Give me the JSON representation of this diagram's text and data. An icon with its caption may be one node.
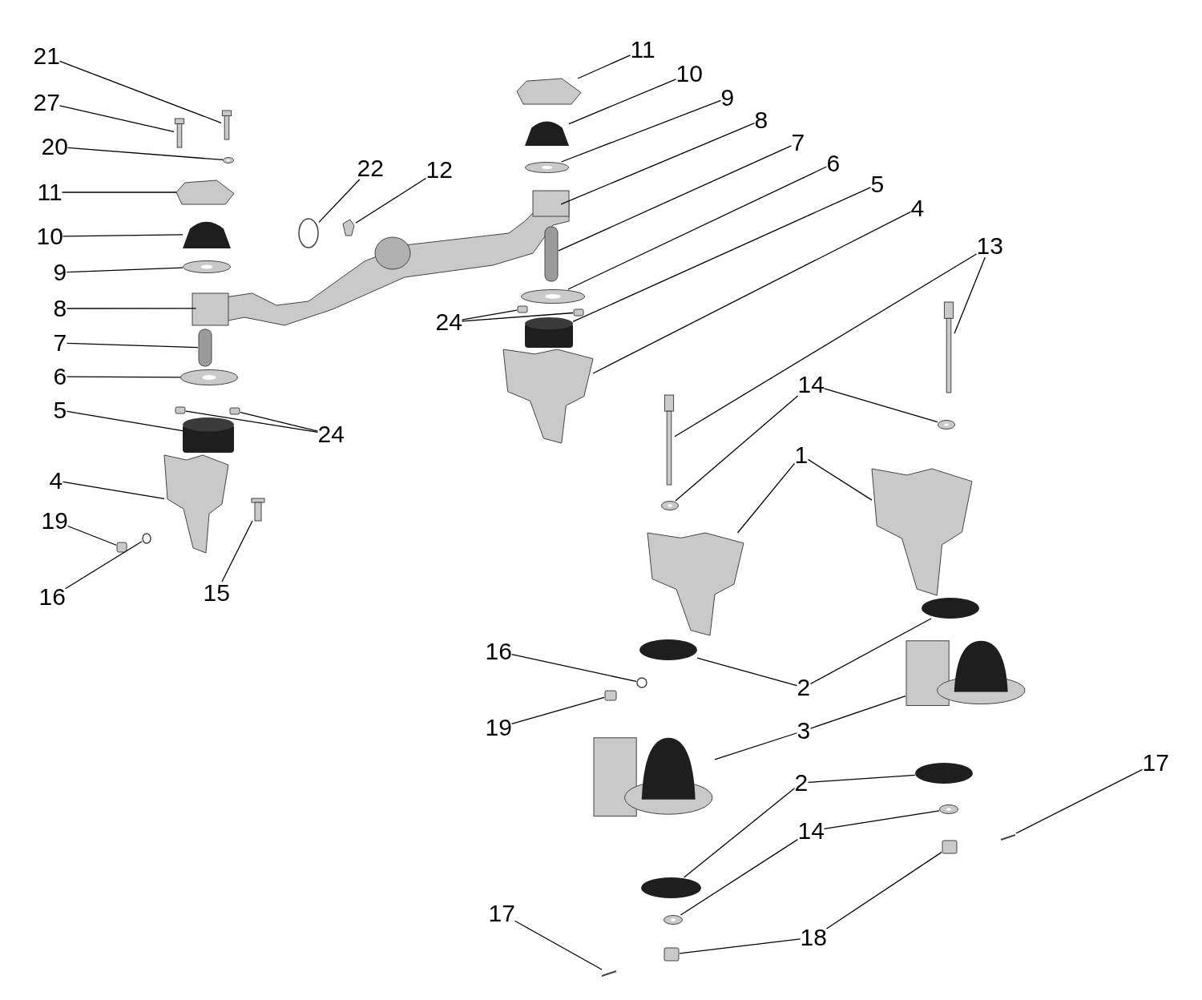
{
  "diagram": {
    "nodes": [
      {
        "text": [
          "21"
        ]
      },
      {
        "text": [
          "27"
        ]
      },
      {
        "text": [
          "20"
        ]
      },
      {
        "text": [
          "11"
        ]
      },
      {
        "text": [
          "10"
        ]
      },
      {
        "text": [
          "9"
        ]
      },
      {
        "text": [
          "8"
        ]
      },
      {
        "text": [
          "7"
        ]
      },
      {
        "text": [
          "6"
        ]
      },
      {
        "text": [
          "5"
        ]
      },
      {
        "text": [
          "24"
        ]
      },
      {
        "text": [
          "4"
        ]
      },
      {
        "text": [
          "19"
        ]
      },
      {
        "text": [
          "16"
        ]
      },
      {
        "text": [
          "15"
        ]
      },
      {
        "text": [
          "22"
        ]
      },
      {
        "text": [
          "12"
        ]
      },
      {
        "text": [
          "11"
        ]
      },
      {
        "text": [
          "10"
        ]
      },
      {
        "text": [
          "9"
        ]
      },
      {
        "text": [
          "8"
        ]
      },
      {
        "text": [
          "7"
        ]
      },
      {
        "text": [
          "6"
        ]
      },
      {
        "text": [
          "5"
        ]
      },
      {
        "text": [
          "4"
        ]
      },
      {
        "text": [
          "24"
        ]
      },
      {
        "text": [
          "13"
        ]
      },
      {
        "text": [
          "14"
        ]
      },
      {
        "text": [
          "1"
        ]
      },
      {
        "text": [
          "2"
        ]
      },
      {
        "text": [
          "16"
        ]
      },
      {
        "text": [
          "19"
        ]
      },
      {
        "text": [
          "3"
        ]
      },
      {
        "text": [
          "2"
        ]
      },
      {
        "text": [
          "17"
        ]
      },
      {
        "text": [
          "14"
        ]
      },
      {
        "text": [
          "17"
        ]
      },
      {
        "text": [
          "18"
        ]
      },
      {
        "text": [],
        "shape": "bolt"
      },
      {
        "text": [],
        "shape": "bolt"
      },
      {
        "text": [],
        "shape": "washer"
      },
      {
        "text": [],
        "shape": "cover"
      },
      {
        "text": [],
        "shape": "pad"
      },
      {
        "text": [],
        "shape": "washer"
      },
      {
        "text": [],
        "shape": "beam"
      },
      {
        "text": [],
        "shape": "pin"
      },
      {
        "text": [],
        "shape": "washer"
      },
      {
        "text": [],
        "shape": "nut"
      },
      {
        "text": [],
        "shape": "nut"
      },
      {
        "text": [],
        "shape": "cylinder"
      },
      {
        "text": [],
        "shape": "bracket"
      },
      {
        "text": [],
        "shape": "nut"
      },
      {
        "text": [],
        "shape": "ring"
      },
      {
        "text": [],
        "shape": "bolt"
      },
      {
        "text": [],
        "shape": "ring"
      },
      {
        "text": [],
        "shape": "fitting"
      },
      {
        "text": [],
        "shape": "cover"
      },
      {
        "text": [],
        "shape": "pad"
      },
      {
        "text": [],
        "shape": "washer"
      },
      {
        "text": [],
        "shape": "pin"
      },
      {
        "text": [],
        "shape": "washer"
      },
      {
        "text": [],
        "shape": "nut"
      },
      {
        "text": [],
        "shape": "nut"
      },
      {
        "text": [],
        "shape": "cylinder"
      },
      {
        "text": [],
        "shape": "bracket"
      },
      {
        "text": [],
        "shape": "bolt"
      },
      {
        "text": [],
        "shape": "bolt"
      },
      {
        "text": [],
        "shape": "washer"
      },
      {
        "text": [],
        "shape": "washer"
      },
      {
        "text": [],
        "shape": "bracket"
      },
      {
        "text": [],
        "shape": "bracket"
      },
      {
        "text": [],
        "shape": "disc"
      },
      {
        "text": [],
        "shape": "disc"
      },
      {
        "text": [],
        "shape": "ring"
      },
      {
        "text": [],
        "shape": "nut"
      },
      {
        "text": [],
        "shape": "mount"
      },
      {
        "text": [],
        "shape": "mount"
      },
      {
        "text": [],
        "shape": "disc"
      },
      {
        "text": [],
        "shape": "disc"
      },
      {
        "text": [],
        "shape": "washer"
      },
      {
        "text": [],
        "shape": "washer"
      },
      {
        "text": [],
        "shape": "cotter"
      },
      {
        "text": [],
        "shape": "cotter"
      },
      {
        "text": [],
        "shape": "nut"
      },
      {
        "text": [],
        "shape": "nut"
      }
    ],
    "edges": [
      {
        "from": 0,
        "to": 38,
        "arrow": "none"
      },
      {
        "from": 1,
        "to": 39,
        "arrow": "none"
      },
      {
        "from": 2,
        "to": 40,
        "arrow": "none"
      },
      {
        "from": 3,
        "to": 41,
        "arrow": "none"
      },
      {
        "from": 4,
        "to": 42,
        "arrow": "none"
      },
      {
        "from": 5,
        "to": 43,
        "arrow": "none"
      },
      {
        "from": 6,
        "to": 44,
        "arrow": "none"
      },
      {
        "from": 7,
        "to": 45,
        "arrow": "none"
      },
      {
        "from": 8,
        "to": 46,
        "arrow": "none"
      },
      {
        "from": 9,
        "to": 49,
        "arrow": "none"
      },
      {
        "from": 10,
        "to": 47,
        "arrow": "none"
      },
      {
        "from": 10,
        "to": 48,
        "arrow": "none"
      },
      {
        "from": 11,
        "to": 50,
        "arrow": "none"
      },
      {
        "from": 12,
        "to": 51,
        "arrow": "none"
      },
      {
        "from": 13,
        "to": 52,
        "arrow": "none"
      },
      {
        "from": 14,
        "to": 53,
        "arrow": "none"
      },
      {
        "from": 15,
        "to": 54,
        "arrow": "none"
      },
      {
        "from": 16,
        "to": 55,
        "arrow": "none"
      },
      {
        "from": 17,
        "to": 56,
        "arrow": "none"
      },
      {
        "from": 18,
        "to": 57,
        "arrow": "none"
      },
      {
        "from": 19,
        "to": 58,
        "arrow": "none"
      },
      {
        "from": 20,
        "to": 44,
        "arrow": "none"
      },
      {
        "from": 21,
        "to": 59,
        "arrow": "none"
      },
      {
        "from": 22,
        "to": 60,
        "arrow": "none"
      },
      {
        "from": 23,
        "to": 63,
        "arrow": "none"
      },
      {
        "from": 24,
        "to": 64,
        "arrow": "none"
      },
      {
        "from": 25,
        "to": 61,
        "arrow": "none"
      },
      {
        "from": 25,
        "to": 62,
        "arrow": "none"
      },
      {
        "from": 26,
        "to": 65,
        "arrow": "none"
      },
      {
        "from": 26,
        "to": 66,
        "arrow": "none"
      },
      {
        "from": 27,
        "to": 67,
        "arrow": "none"
      },
      {
        "from": 27,
        "to": 68,
        "arrow": "none"
      },
      {
        "from": 28,
        "to": 69,
        "arrow": "none"
      },
      {
        "from": 28,
        "to": 70,
        "arrow": "none"
      },
      {
        "from": 29,
        "to": 71,
        "arrow": "none"
      },
      {
        "from": 29,
        "to": 72,
        "arrow": "none"
      },
      {
        "from": 30,
        "to": 73,
        "arrow": "none"
      },
      {
        "from": 31,
        "to": 74,
        "arrow": "none"
      },
      {
        "from": 32,
        "to": 75,
        "arrow": "none"
      },
      {
        "from": 32,
        "to": 76,
        "arrow": "none"
      },
      {
        "from": 33,
        "to": 77,
        "arrow": "none"
      },
      {
        "from": 33,
        "to": 78,
        "arrow": "none"
      },
      {
        "from": 34,
        "to": 81,
        "arrow": "none"
      },
      {
        "from": 35,
        "to": 79,
        "arrow": "none"
      },
      {
        "from": 35,
        "to": 80,
        "arrow": "none"
      },
      {
        "from": 36,
        "to": 82,
        "arrow": "none"
      },
      {
        "from": 37,
        "to": 84,
        "arrow": "none"
      },
      {
        "from": 37,
        "to": 83,
        "arrow": "none"
      }
    ]
  }
}
